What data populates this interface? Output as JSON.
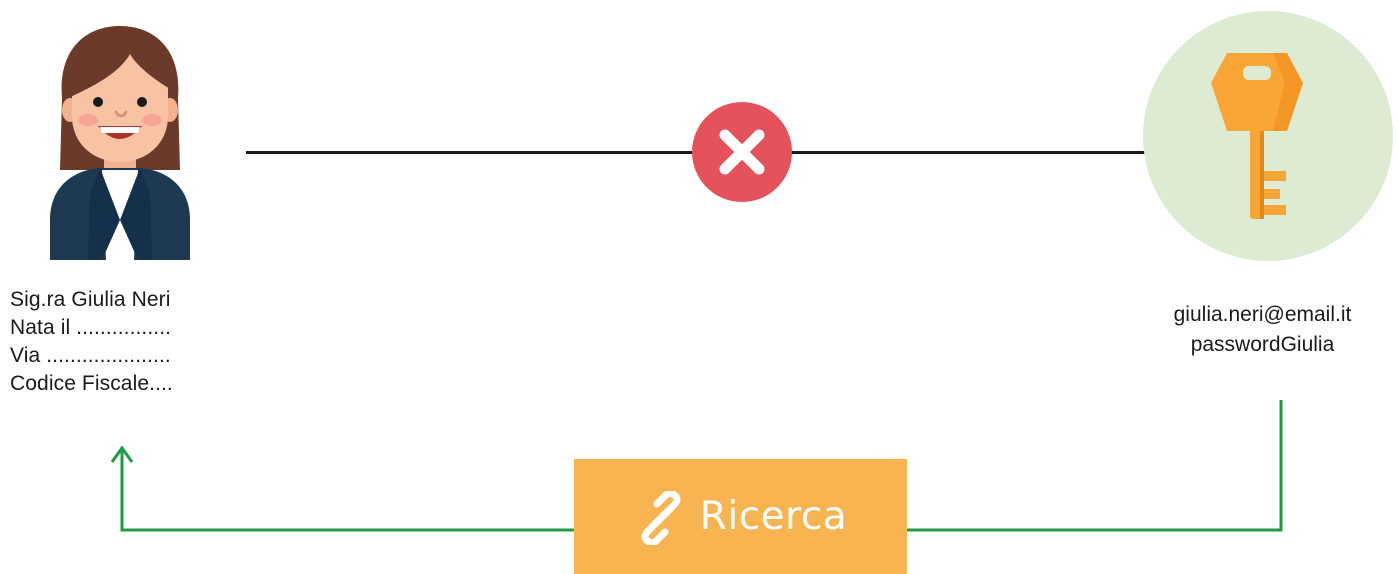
{
  "person": {
    "name_line": "Sig.ra Giulia Neri",
    "birth_line": "Nata il ................",
    "address_line": "Via .....................",
    "tax_code_line": "Codice Fiscale...."
  },
  "credentials": {
    "email": "giulia.neri@email.it",
    "password": "passwordGiulia"
  },
  "search_button": {
    "label": "Ricerca",
    "icon": "link-icon"
  },
  "status_icon": "close-x-icon",
  "colors": {
    "error_red": "#e5525c",
    "flow_green": "#1f9a45",
    "button_orange": "#f8b451",
    "key_circle_bg": "#ddebd3",
    "key_orange": "#f9a637",
    "jacket_navy": "#1d3a52",
    "hair_brown": "#6b3a2a"
  }
}
